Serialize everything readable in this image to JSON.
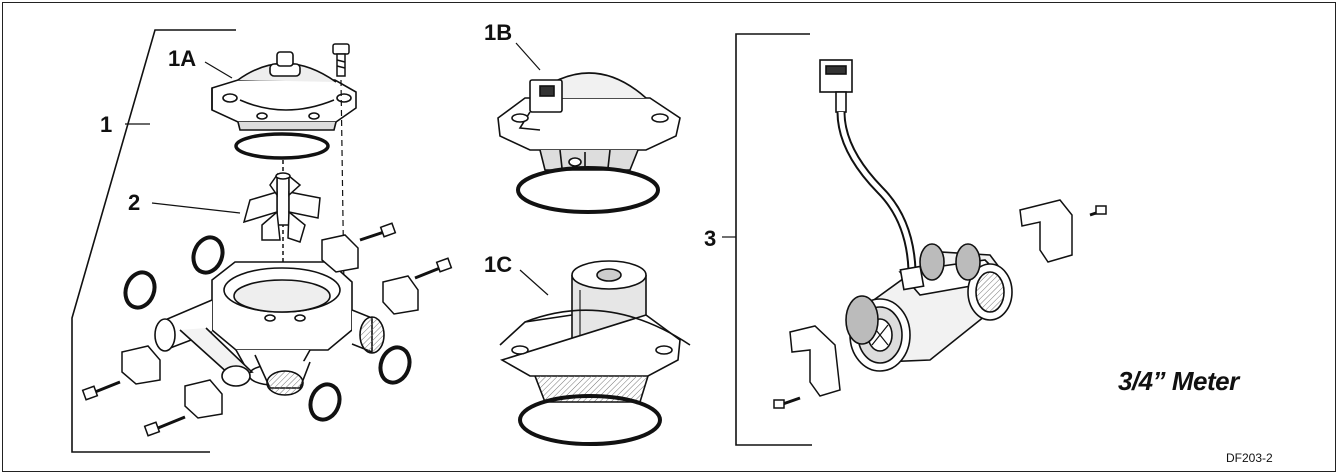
{
  "callouts": {
    "c1": "1",
    "c1a": "1A",
    "c1b": "1B",
    "c1c": "1C",
    "c2": "2",
    "c3": "3"
  },
  "meter_title": "3/4” Meter",
  "figure_code": "DF203-2",
  "colors": {
    "ink": "#111111",
    "paper": "#ffffff",
    "shade": "#9a9a9a",
    "light": "#d9d9d9"
  }
}
